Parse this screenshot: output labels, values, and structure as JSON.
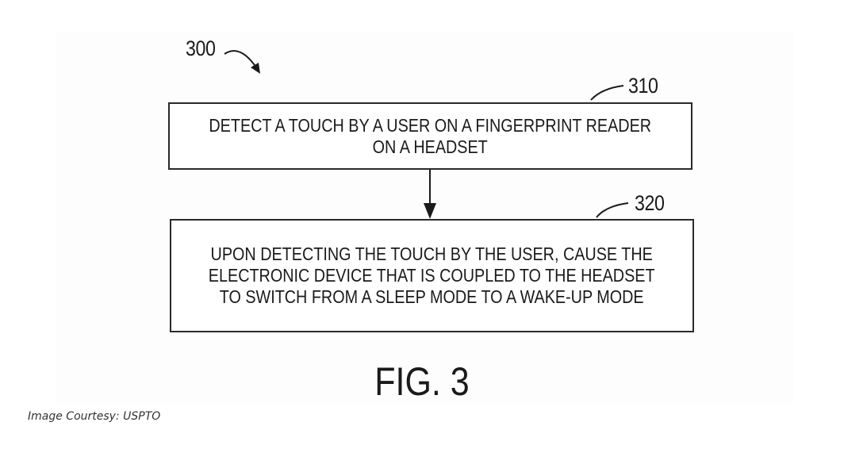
{
  "diagram": {
    "figure_ref": "300",
    "steps": [
      {
        "ref": "310",
        "text": "DETECT A TOUCH BY A USER ON A FINGERPRINT READER\nON A HEADSET"
      },
      {
        "ref": "320",
        "text": "UPON DETECTING THE TOUCH BY THE USER,  CAUSE THE\nELECTRONIC DEVICE THAT IS COUPLED TO THE HEADSET\nTO SWITCH FROM A SLEEP MODE TO A WAKE-UP MODE"
      }
    ],
    "figure_label": "FIG. 3"
  },
  "caption": "Image Courtesy: USPTO"
}
